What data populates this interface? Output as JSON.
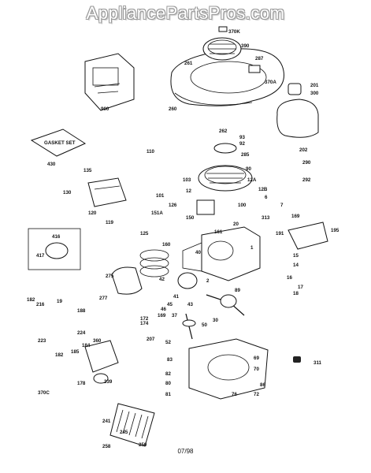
{
  "watermark": "AppliancePartsPros.com",
  "footer": "07/98",
  "gasket_set_label": "GASKET SET",
  "parts": [
    {
      "id": "370K"
    },
    {
      "id": "390"
    },
    {
      "id": "261"
    },
    {
      "id": "287"
    },
    {
      "id": "370A"
    },
    {
      "id": "900"
    },
    {
      "id": "260"
    },
    {
      "id": "201"
    },
    {
      "id": "300"
    },
    {
      "id": "262"
    },
    {
      "id": "93"
    },
    {
      "id": "92"
    },
    {
      "id": "285"
    },
    {
      "id": "202"
    },
    {
      "id": "290"
    },
    {
      "id": "292"
    },
    {
      "id": "110"
    },
    {
      "id": "430"
    },
    {
      "id": "135"
    },
    {
      "id": "90"
    },
    {
      "id": "103"
    },
    {
      "id": "12A"
    },
    {
      "id": "12B"
    },
    {
      "id": "12"
    },
    {
      "id": "100"
    },
    {
      "id": "6"
    },
    {
      "id": "7"
    },
    {
      "id": "130"
    },
    {
      "id": "120"
    },
    {
      "id": "119"
    },
    {
      "id": "101"
    },
    {
      "id": "126"
    },
    {
      "id": "151A"
    },
    {
      "id": "150"
    },
    {
      "id": "313"
    },
    {
      "id": "20"
    },
    {
      "id": "169"
    },
    {
      "id": "125"
    },
    {
      "id": "161"
    },
    {
      "id": "191"
    },
    {
      "id": "195"
    },
    {
      "id": "416"
    },
    {
      "id": "417"
    },
    {
      "id": "40"
    },
    {
      "id": "160"
    },
    {
      "id": "1"
    },
    {
      "id": "15"
    },
    {
      "id": "14"
    },
    {
      "id": "275"
    },
    {
      "id": "42"
    },
    {
      "id": "16"
    },
    {
      "id": "17"
    },
    {
      "id": "18"
    },
    {
      "id": "41"
    },
    {
      "id": "43"
    },
    {
      "id": "2"
    },
    {
      "id": "89"
    },
    {
      "id": "277"
    },
    {
      "id": "182"
    },
    {
      "id": "216"
    },
    {
      "id": "19"
    },
    {
      "id": "188"
    },
    {
      "id": "172"
    },
    {
      "id": "174"
    },
    {
      "id": "169"
    },
    {
      "id": "45"
    },
    {
      "id": "46"
    },
    {
      "id": "37"
    },
    {
      "id": "30"
    },
    {
      "id": "224"
    },
    {
      "id": "50"
    },
    {
      "id": "207"
    },
    {
      "id": "52"
    },
    {
      "id": "223"
    },
    {
      "id": "184"
    },
    {
      "id": "360"
    },
    {
      "id": "182"
    },
    {
      "id": "185"
    },
    {
      "id": "83"
    },
    {
      "id": "69"
    },
    {
      "id": "70"
    },
    {
      "id": "311"
    },
    {
      "id": "82"
    },
    {
      "id": "80"
    },
    {
      "id": "178"
    },
    {
      "id": "239"
    },
    {
      "id": "370C"
    },
    {
      "id": "81"
    },
    {
      "id": "76"
    },
    {
      "id": "72"
    },
    {
      "id": "86"
    },
    {
      "id": "241"
    },
    {
      "id": "245"
    },
    {
      "id": "250"
    },
    {
      "id": "258"
    }
  ]
}
